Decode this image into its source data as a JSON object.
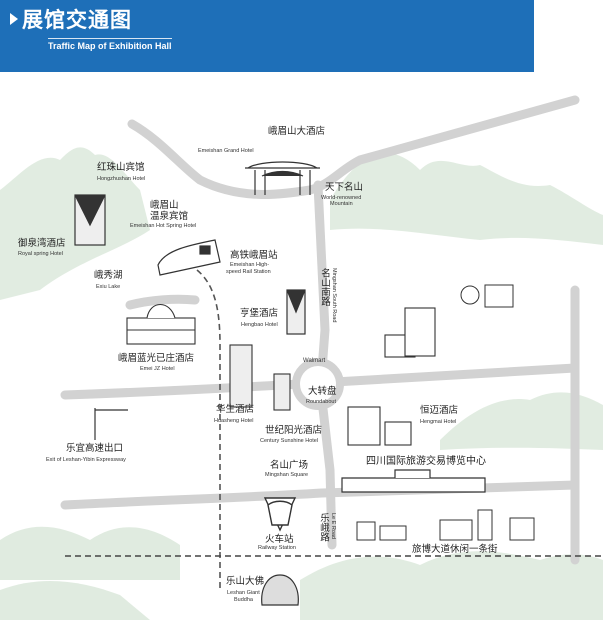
{
  "header": {
    "title": "展馆交通图",
    "subtitle": "Traffic Map of Exhibition Hall"
  },
  "colors": {
    "banner": "#1e6fb8",
    "road": "#d2d2d2",
    "mountain": "#c8dcc8",
    "ink": "#333333",
    "rail": "#555555"
  },
  "mascots": {
    "icons": [
      "monkey-mascot-icon",
      "panda-mascot-icon"
    ]
  },
  "roads": {
    "mingshan_south": {
      "cn": "名山南路",
      "en": "Mingshan South Road"
    },
    "le_e": {
      "cn": "乐峨路",
      "en": "Le E Road"
    }
  },
  "places": {
    "emei_grand": {
      "cn": "峨眉山大酒店",
      "en": "Emeishan Grand Hotel"
    },
    "world_mountain": {
      "cn": "天下名山",
      "en1": "World-renowned",
      "en2": "Mountain"
    },
    "hongzhu": {
      "cn": "红珠山宾馆",
      "en": "Hongzhushan Hotel"
    },
    "hot_spring": {
      "cn1": "峨眉山",
      "cn2": "温泉宾馆",
      "en": "Emeishan Hot Spring Hotel"
    },
    "yuquanwan": {
      "cn": "御泉湾酒店",
      "en": "Royal spring Hotel"
    },
    "rail_station": {
      "cn": "高铁峨眉站",
      "en1": "Emeishan High-",
      "en2": "speed Rail Station"
    },
    "exiu_lake": {
      "cn": "峨秀湖",
      "en": "Exiu Lake"
    },
    "hengbao": {
      "cn": "亨堡酒店",
      "en": "Hengbao Hotel"
    },
    "jz_hotel": {
      "cn": "峨眉蓝光已庄酒店",
      "en": "Emei JZ Hotel"
    },
    "walmart": {
      "en": "Walmart"
    },
    "roundabout": {
      "cn": "大转盘",
      "en": "Roundabout"
    },
    "hengmai": {
      "cn": "恒迈酒店",
      "en": "Hengmai Hotel"
    },
    "huasheng": {
      "cn": "华生酒店",
      "en": "Huasheng Hotel"
    },
    "century_sunshine": {
      "cn": "世纪阳光酒店",
      "en": "Century Sunshine Hotel"
    },
    "expressway_exit": {
      "cn": "乐宜高速出口",
      "en": "Exit of Leshan-Yibin Expressway"
    },
    "mingshan_square": {
      "cn": "名山广场",
      "en": "Mingshan Square"
    },
    "expo_center": {
      "cn": "四川国际旅游交易博览中心"
    },
    "railway_station": {
      "cn": "火车站",
      "en": "Railway Station"
    },
    "leisure_street": {
      "cn": "旅博大道休闲一条街"
    },
    "giant_buddha": {
      "cn": "乐山大佛",
      "en1": "Leshan Giant",
      "en2": "Buddha"
    }
  }
}
